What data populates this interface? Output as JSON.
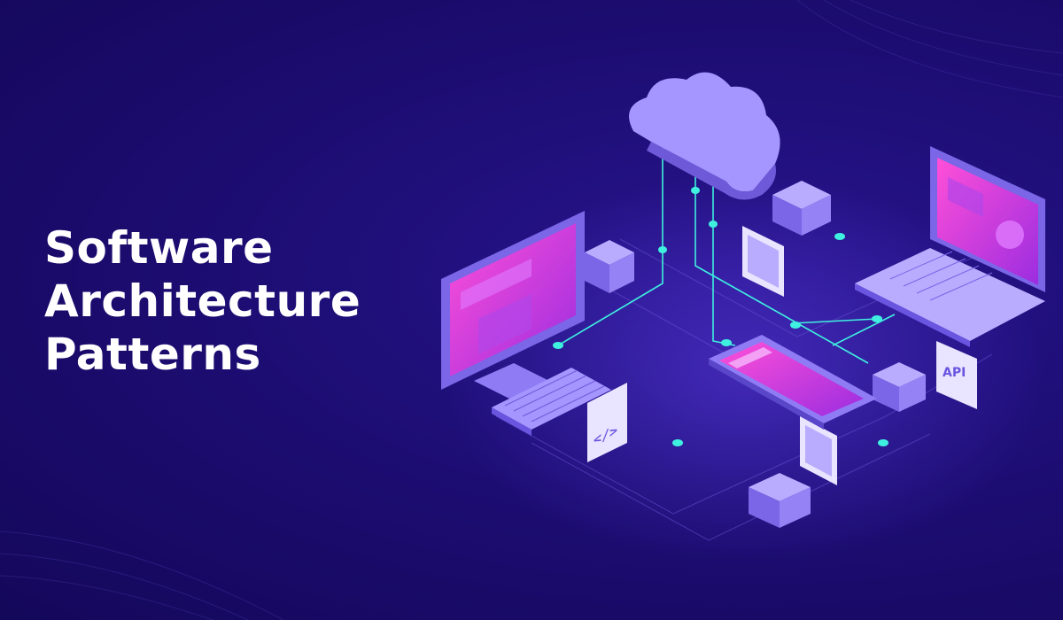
{
  "banner": {
    "title_lines": [
      "Software",
      "Architecture",
      "Patterns"
    ]
  },
  "illustration": {
    "code_card_glyph": "</>",
    "api_card_label": "API",
    "icons": [
      "cloud-icon",
      "desktop-monitor-icon",
      "keyboard-icon",
      "laptop-icon",
      "smartphone-icon",
      "server-cube-icon",
      "image-card-icon",
      "code-card-icon",
      "api-card-icon"
    ]
  },
  "colors": {
    "background": "#1d0e72",
    "accent_cyan": "#3ff0e0",
    "device_purple": "#8f7cf5",
    "screen_magenta": "#d03ee6",
    "text": "#ffffff"
  }
}
